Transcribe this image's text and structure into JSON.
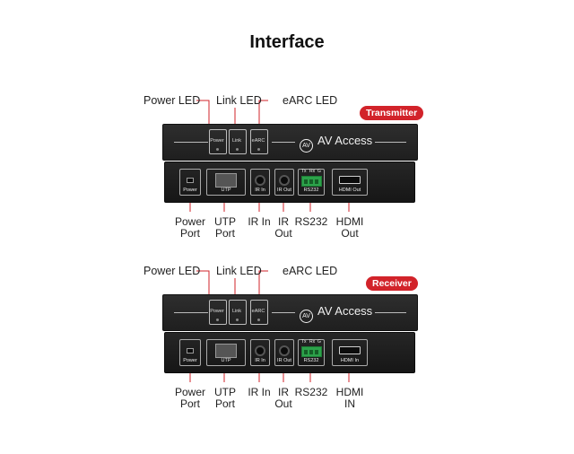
{
  "title": "Interface",
  "sections": [
    {
      "badge": "Transmitter",
      "brand": "AV Access",
      "leds": [
        "Power",
        "Link",
        "eARC"
      ],
      "top_callouts": [
        "Power LED",
        "Link LED",
        "eARC LED"
      ],
      "port_labels": [
        "Power",
        "UTP",
        "IR In",
        "IR Out",
        "RS232",
        "HDMI Out"
      ],
      "rs232_pins": [
        "Tx",
        "Rx",
        "G"
      ],
      "bottom_labels": [
        "Power\nPort",
        "UTP\nPort",
        "IR In",
        "IR\nOut",
        "RS232",
        "HDMI\nOut"
      ]
    },
    {
      "badge": "Receiver",
      "brand": "AV Access",
      "leds": [
        "Power",
        "Link",
        "eARC"
      ],
      "top_callouts": [
        "Power LED",
        "Link LED",
        "eARC LED"
      ],
      "port_labels": [
        "Power",
        "UTP",
        "IR In",
        "IR Out",
        "RS232",
        "HDMI In"
      ],
      "rs232_pins": [
        "Tx",
        "Rx",
        "G"
      ],
      "bottom_labels": [
        "Power\nPort",
        "UTP\nPort",
        "IR In",
        "IR\nOut",
        "RS232",
        "HDMI\nIN"
      ]
    }
  ],
  "colors": {
    "badge": "#d2232a",
    "device": "#1f1f1f",
    "terminal": "#2ca24a"
  }
}
